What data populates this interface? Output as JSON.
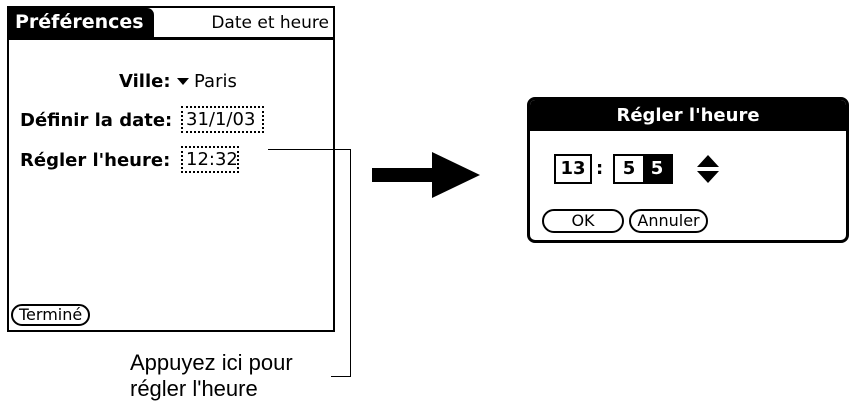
{
  "screen": {
    "title": "Préférences",
    "panel_name": "Date et heure",
    "city_label": "Ville:",
    "city_value": "Paris",
    "date_label": "Définir la date:",
    "date_value": "31/1/03",
    "time_label": "Régler l'heure:",
    "time_value": "12:32",
    "done_label": "Terminé"
  },
  "callout": {
    "text": "Appuyez ici pour régler l'heure"
  },
  "dialog": {
    "title": "Régler l'heure",
    "hour": "13",
    "separator": ":",
    "minute_tens": "5",
    "minute_ones": "5",
    "ok_label": "OK",
    "cancel_label": "Annuler"
  },
  "icons": {
    "city_dropdown": "triangle-down-icon",
    "arrow": "arrow-right-icon",
    "spin_up": "triangle-up-icon",
    "spin_down": "triangle-down-icon"
  }
}
